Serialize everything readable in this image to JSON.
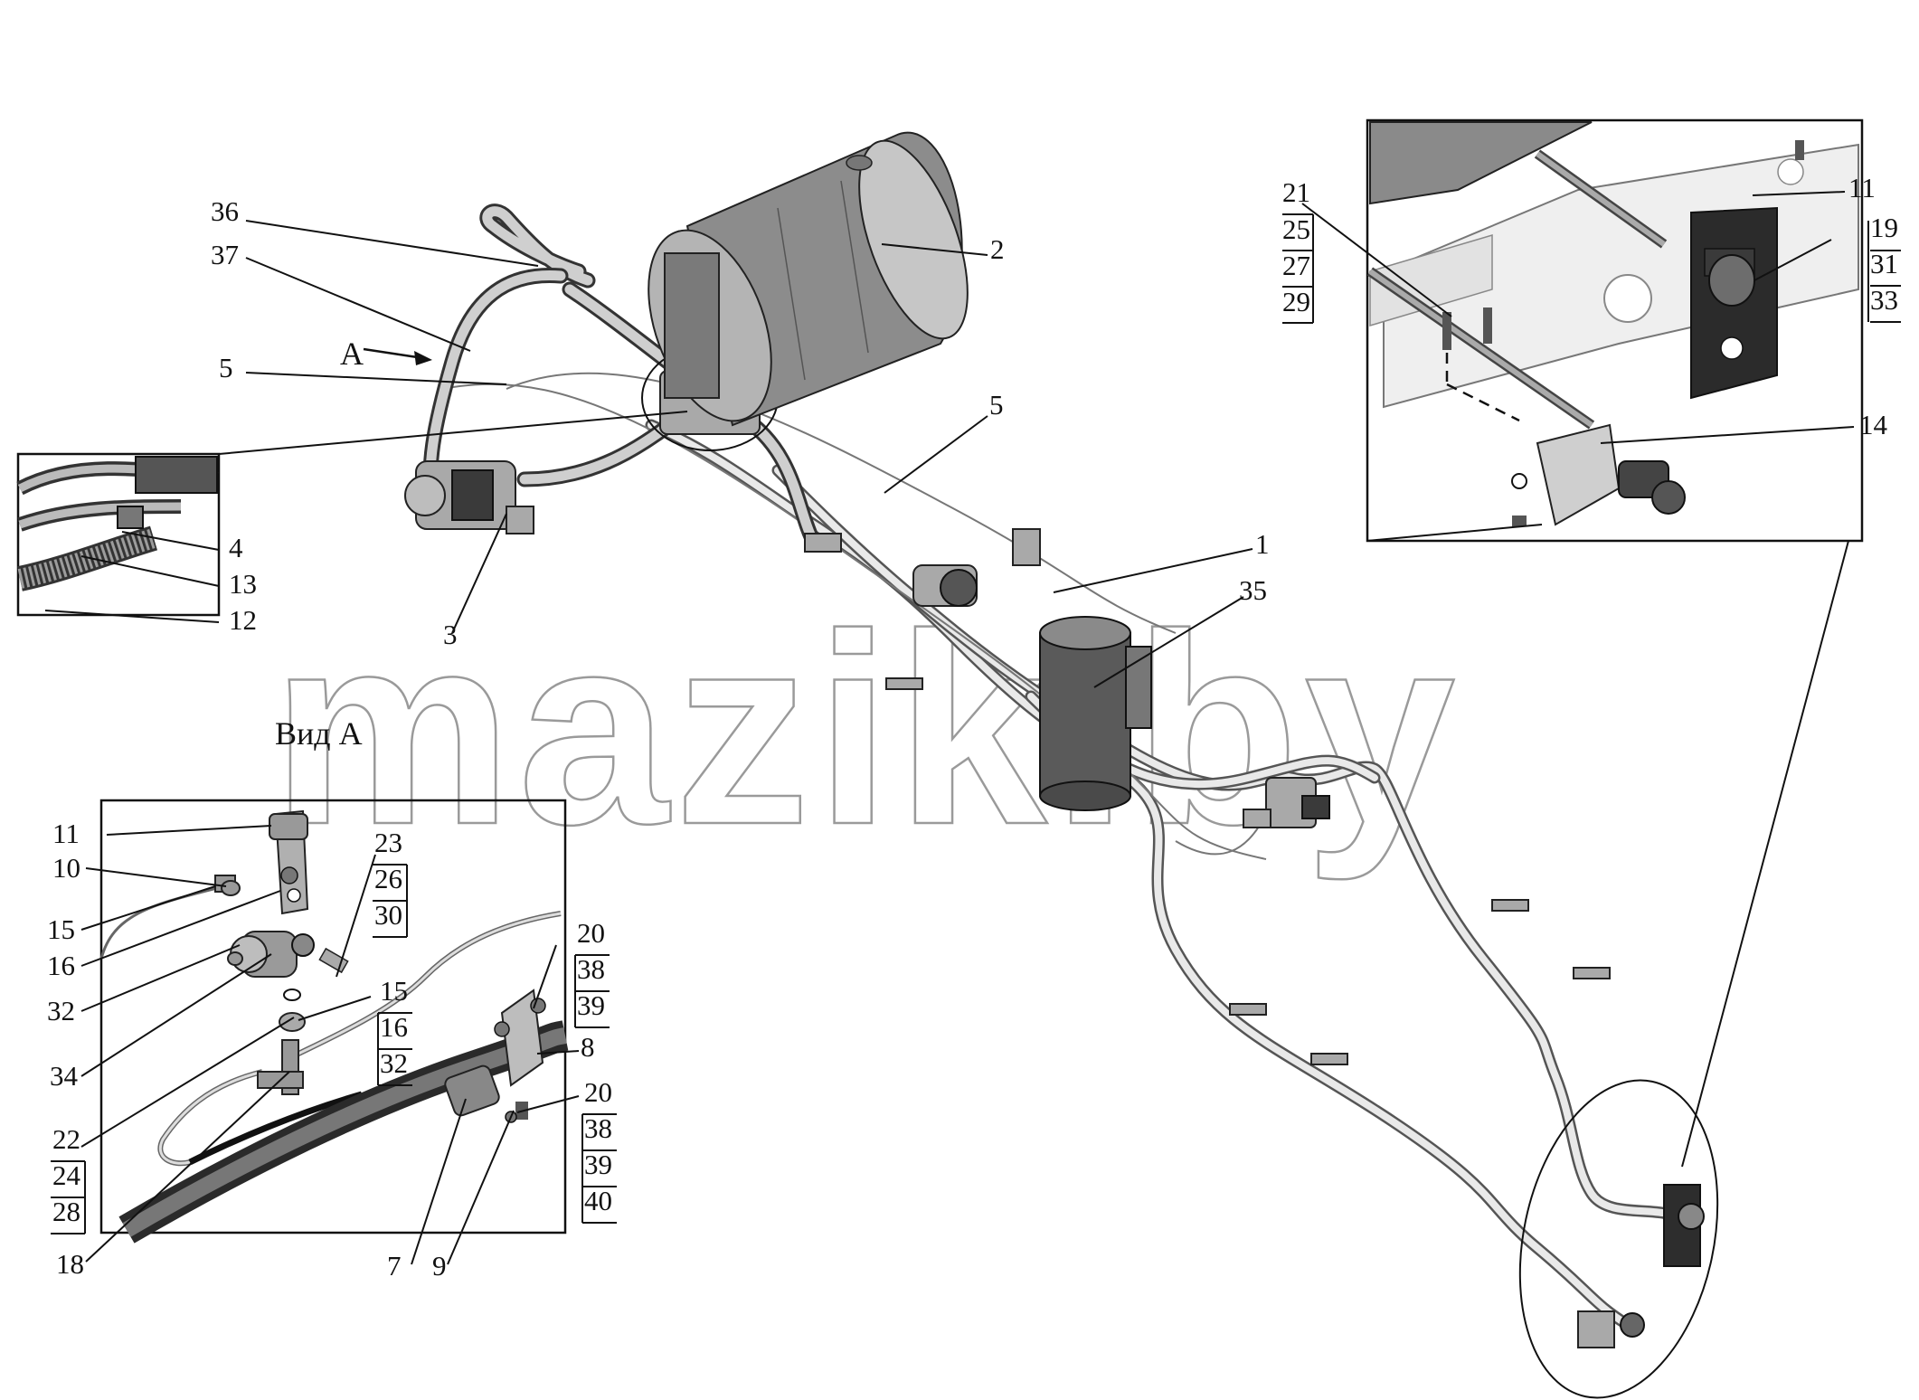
{
  "watermark": "mazik.by",
  "view_label": "Вид А",
  "arrow_label": "А",
  "callouts": {
    "c36": "36",
    "c37": "37",
    "c5a": "5",
    "c2": "2",
    "c5b": "5",
    "c4": "4",
    "c13": "13",
    "c12": "12",
    "c3": "3",
    "c1": "1",
    "c35": "35",
    "c11r": "11",
    "c19": "19",
    "c31": "31",
    "c33": "33",
    "c21": "21",
    "c25": "25",
    "c27": "27",
    "c29": "29",
    "c14": "14",
    "c11": "11",
    "c10": "10",
    "c15a": "15",
    "c16a": "16",
    "c32a": "32",
    "c34": "34",
    "c23": "23",
    "c26": "26",
    "c30": "30",
    "c20a": "20",
    "c38a": "38",
    "c39a": "39",
    "c15b": "15",
    "c16b": "16",
    "c32b": "32",
    "c8": "8",
    "c20b": "20",
    "c38b": "38",
    "c39b": "39",
    "c40": "40",
    "c22": "22",
    "c24": "24",
    "c28": "28",
    "c18": "18",
    "c7": "7",
    "c9": "9"
  }
}
